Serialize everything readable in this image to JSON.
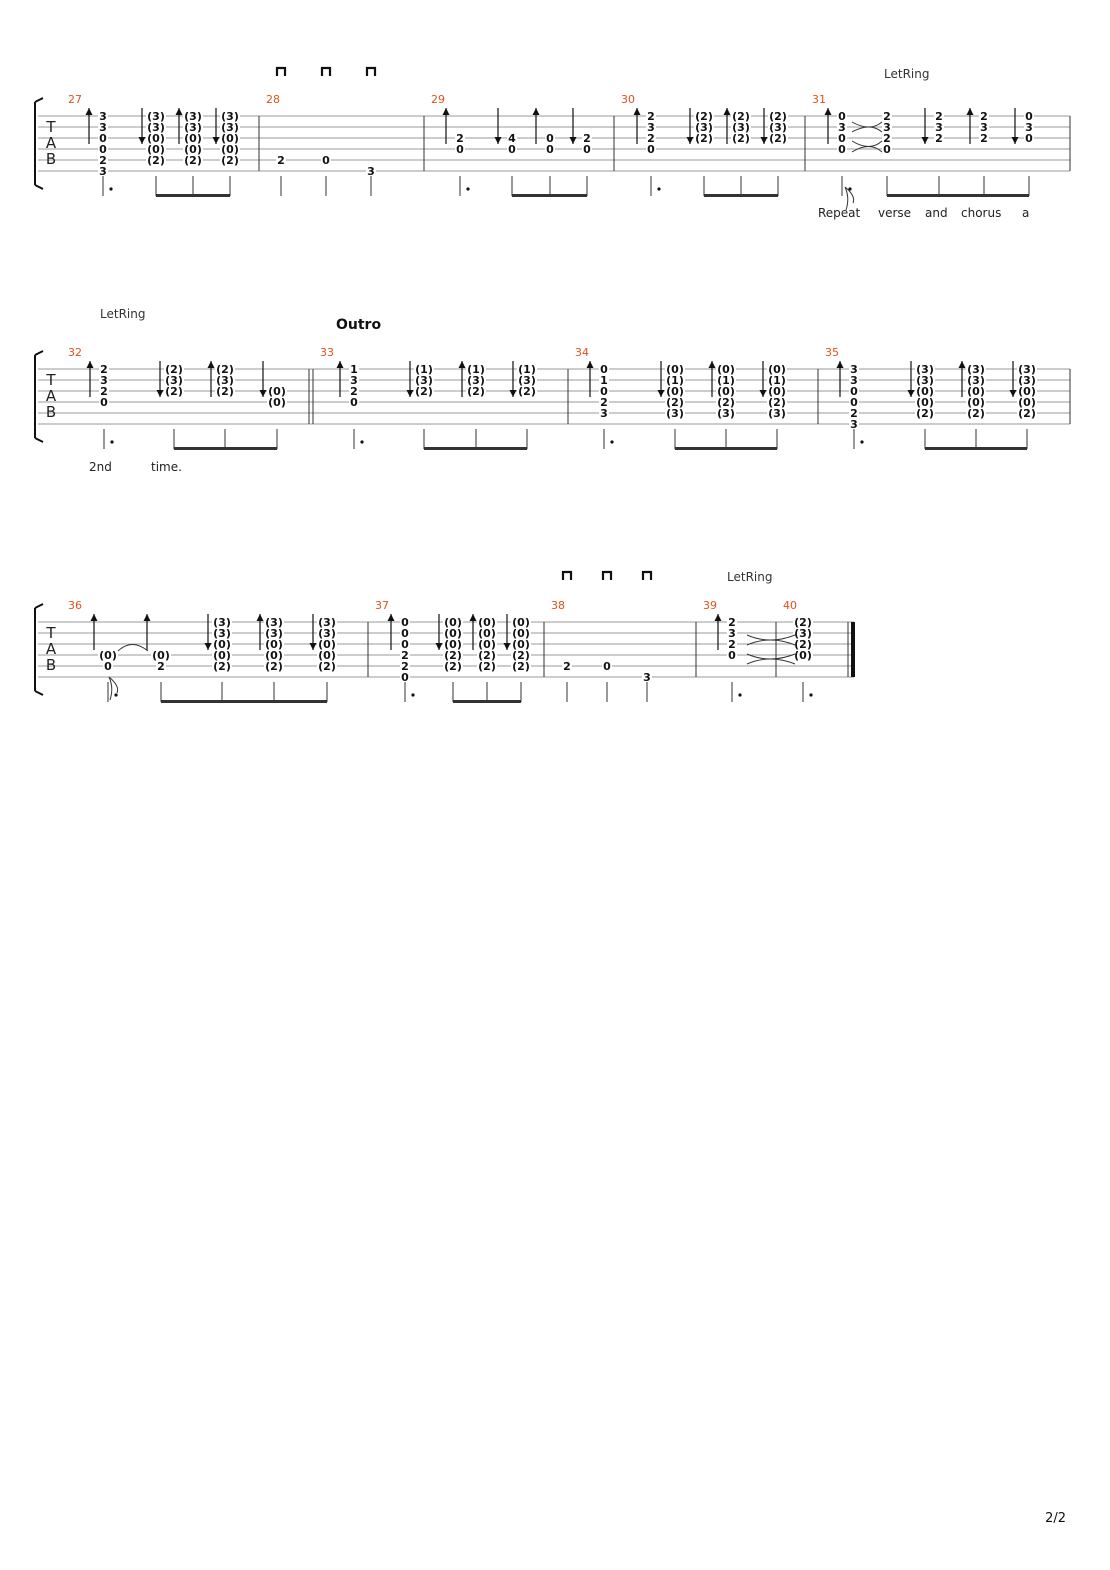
{
  "page": {
    "page_number": "2/2"
  },
  "tab_clef": [
    "T",
    "A",
    "B"
  ],
  "annotations": {
    "let_ring": "LetRing",
    "outro": "Outro"
  },
  "lyrics": {
    "line1": [
      "Repeat",
      "verse",
      "and",
      "chorus",
      "a"
    ],
    "line2": [
      "2nd",
      "time."
    ]
  },
  "colors": {
    "measure_number": "#e4511c",
    "ink": "#111111"
  },
  "systems": [
    {
      "measures": [
        {
          "number": "27",
          "notes": [
            {
              "frets": [
                "3",
                "3",
                "0",
                "0",
                "2",
                "3"
              ],
              "strum": "up"
            },
            {
              "frets": [
                "(3)",
                "(3)",
                "(0)",
                "(0)",
                "(2)",
                ""
              ],
              "strum": "down"
            },
            {
              "frets": [
                "(3)",
                "(3)",
                "(0)",
                "(0)",
                "(2)",
                ""
              ],
              "strum": "up"
            },
            {
              "frets": [
                "(3)",
                "(3)",
                "(0)",
                "(0)",
                "(2)",
                ""
              ],
              "strum": "down"
            }
          ]
        },
        {
          "number": "28",
          "notes": [
            {
              "frets": [
                "",
                "",
                "",
                "",
                "2",
                ""
              ]
            },
            {
              "frets": [
                "",
                "",
                "",
                "",
                "0",
                ""
              ]
            },
            {
              "frets": [
                "",
                "",
                "",
                "",
                "",
                "3"
              ]
            }
          ]
        },
        {
          "number": "29",
          "notes": [
            {
              "frets": [
                "",
                "",
                "2",
                "0",
                "",
                ""
              ],
              "strum": "up"
            },
            {
              "frets": [
                "",
                "",
                "4",
                "0",
                "",
                ""
              ],
              "strum": "down"
            },
            {
              "frets": [
                "",
                "",
                "0",
                "0",
                "",
                ""
              ],
              "strum": "up"
            },
            {
              "frets": [
                "",
                "",
                "2",
                "0",
                "",
                ""
              ],
              "strum": "down"
            }
          ]
        },
        {
          "number": "30",
          "notes": [
            {
              "frets": [
                "2",
                "3",
                "2",
                "0",
                "",
                ""
              ],
              "strum": "up"
            },
            {
              "frets": [
                "(2)",
                "(3)",
                "(2)",
                "",
                "",
                ""
              ],
              "strum": "down"
            },
            {
              "frets": [
                "(2)",
                "(3)",
                "(2)",
                "",
                "",
                ""
              ],
              "strum": "up"
            },
            {
              "frets": [
                "(2)",
                "(3)",
                "(2)",
                "",
                "",
                ""
              ],
              "strum": "down"
            }
          ]
        },
        {
          "number": "31",
          "notes": [
            {
              "frets": [
                "0",
                "3",
                "0",
                "0",
                "",
                ""
              ],
              "strum": "up"
            },
            {
              "frets": [
                "2",
                "3",
                "2",
                "0",
                "",
                ""
              ]
            },
            {
              "frets": [
                "2",
                "3",
                "2",
                "",
                "",
                ""
              ],
              "strum": "down"
            },
            {
              "frets": [
                "2",
                "3",
                "2",
                "",
                "",
                ""
              ],
              "strum": "up"
            },
            {
              "frets": [
                "0",
                "3",
                "0",
                "",
                "",
                ""
              ],
              "strum": "down"
            }
          ]
        }
      ]
    },
    {
      "measures": [
        {
          "number": "32",
          "notes": [
            {
              "frets": [
                "2",
                "3",
                "2",
                "0",
                "",
                ""
              ],
              "strum": "up"
            },
            {
              "frets": [
                "(2)",
                "(3)",
                "(2)",
                "",
                "",
                ""
              ],
              "strum": "down"
            },
            {
              "frets": [
                "(2)",
                "(3)",
                "(2)",
                "",
                "",
                ""
              ],
              "strum": "up"
            },
            {
              "frets": [
                "",
                "",
                "(0)",
                "(0)",
                "",
                ""
              ],
              "strum": "down"
            }
          ]
        },
        {
          "number": "33",
          "notes": [
            {
              "frets": [
                "1",
                "3",
                "2",
                "0",
                "",
                ""
              ],
              "strum": "up"
            },
            {
              "frets": [
                "(1)",
                "(3)",
                "(2)",
                "",
                "",
                ""
              ],
              "strum": "down"
            },
            {
              "frets": [
                "(1)",
                "(3)",
                "(2)",
                "",
                "",
                ""
              ],
              "strum": "up"
            },
            {
              "frets": [
                "(1)",
                "(3)",
                "(2)",
                "",
                "",
                ""
              ],
              "strum": "down"
            }
          ]
        },
        {
          "number": "34",
          "notes": [
            {
              "frets": [
                "0",
                "1",
                "0",
                "2",
                "3",
                ""
              ],
              "strum": "up"
            },
            {
              "frets": [
                "(0)",
                "(1)",
                "(0)",
                "(2)",
                "(3)",
                ""
              ],
              "strum": "down"
            },
            {
              "frets": [
                "(0)",
                "(1)",
                "(0)",
                "(2)",
                "(3)",
                ""
              ],
              "strum": "up"
            },
            {
              "frets": [
                "(0)",
                "(1)",
                "(0)",
                "(2)",
                "(3)",
                ""
              ],
              "strum": "down"
            }
          ]
        },
        {
          "number": "35",
          "notes": [
            {
              "frets": [
                "3",
                "3",
                "0",
                "0",
                "2",
                "3"
              ],
              "strum": "up"
            },
            {
              "frets": [
                "(3)",
                "(3)",
                "(0)",
                "(0)",
                "(2)",
                ""
              ],
              "strum": "down"
            },
            {
              "frets": [
                "(3)",
                "(3)",
                "(0)",
                "(0)",
                "(2)",
                ""
              ],
              "strum": "up"
            },
            {
              "frets": [
                "(3)",
                "(3)",
                "(0)",
                "(0)",
                "(2)",
                ""
              ],
              "strum": "down"
            }
          ]
        }
      ]
    },
    {
      "measures": [
        {
          "number": "36",
          "notes": [
            {
              "frets": [
                "",
                "",
                "",
                "(0)",
                "0",
                ""
              ],
              "strum": "up"
            },
            {
              "frets": [
                "",
                "",
                "",
                "(0)",
                "2",
                ""
              ],
              "strum": "up"
            },
            {
              "frets": [
                "(3)",
                "(3)",
                "(0)",
                "(0)",
                "(2)",
                ""
              ],
              "strum": "down"
            },
            {
              "frets": [
                "(3)",
                "(3)",
                "(0)",
                "(0)",
                "(2)",
                ""
              ],
              "strum": "up"
            },
            {
              "frets": [
                "(3)",
                "(3)",
                "(0)",
                "(0)",
                "(2)",
                ""
              ],
              "strum": "down"
            }
          ]
        },
        {
          "number": "37",
          "notes": [
            {
              "frets": [
                "0",
                "0",
                "0",
                "2",
                "2",
                "0"
              ],
              "strum": "up"
            },
            {
              "frets": [
                "(0)",
                "(0)",
                "(0)",
                "(2)",
                "(2)",
                ""
              ],
              "strum": "down"
            },
            {
              "frets": [
                "(0)",
                "(0)",
                "(0)",
                "(2)",
                "(2)",
                ""
              ],
              "strum": "up"
            },
            {
              "frets": [
                "(0)",
                "(0)",
                "(0)",
                "(2)",
                "(2)",
                ""
              ],
              "strum": "down"
            }
          ]
        },
        {
          "number": "38",
          "notes": [
            {
              "frets": [
                "",
                "",
                "",
                "",
                "2",
                ""
              ]
            },
            {
              "frets": [
                "",
                "",
                "",
                "",
                "0",
                ""
              ]
            },
            {
              "frets": [
                "",
                "",
                "",
                "",
                "",
                "3"
              ]
            }
          ]
        },
        {
          "number": "39",
          "notes": [
            {
              "frets": [
                "2",
                "3",
                "2",
                "0",
                "",
                ""
              ],
              "strum": "up"
            }
          ]
        },
        {
          "number": "40",
          "notes": [
            {
              "frets": [
                "(2)",
                "(3)",
                "(2)",
                "(0)",
                "",
                ""
              ]
            }
          ]
        }
      ]
    }
  ]
}
